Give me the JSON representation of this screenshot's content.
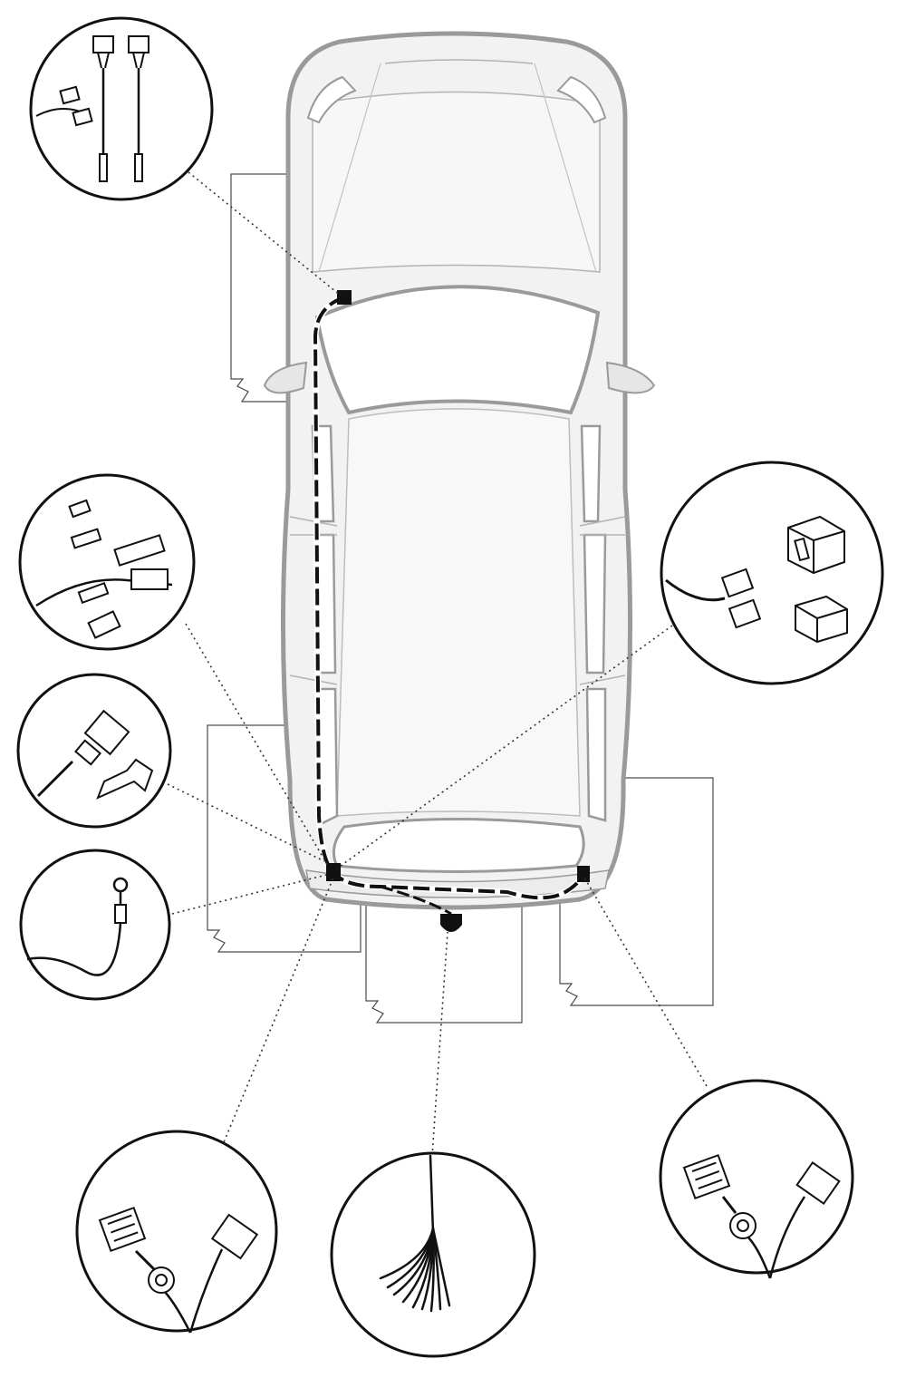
{
  "diagram": {
    "kind": "vehicle-wiring-installation",
    "labels": [],
    "colors": {
      "outline": "#000000",
      "body_fill": "#f2f2f2",
      "body_stroke": "#9a9a9a",
      "harness": "#111111",
      "panel_stroke": "#4a4a4a"
    },
    "detail_circles": [
      {
        "id": "top-left",
        "icon": "splice-connectors-icon"
      },
      {
        "id": "left-upper",
        "icon": "fuse-and-connectors-icon"
      },
      {
        "id": "left-middle",
        "icon": "connector-clip-icon"
      },
      {
        "id": "left-lower",
        "icon": "ring-terminal-icon"
      },
      {
        "id": "right-upper",
        "icon": "control-modules-icon"
      },
      {
        "id": "bottom-left",
        "icon": "lamp-socket-connectors-icon"
      },
      {
        "id": "bottom-center",
        "icon": "loose-wire-ends-icon"
      },
      {
        "id": "bottom-right",
        "icon": "lamp-socket-connectors-icon"
      }
    ]
  }
}
